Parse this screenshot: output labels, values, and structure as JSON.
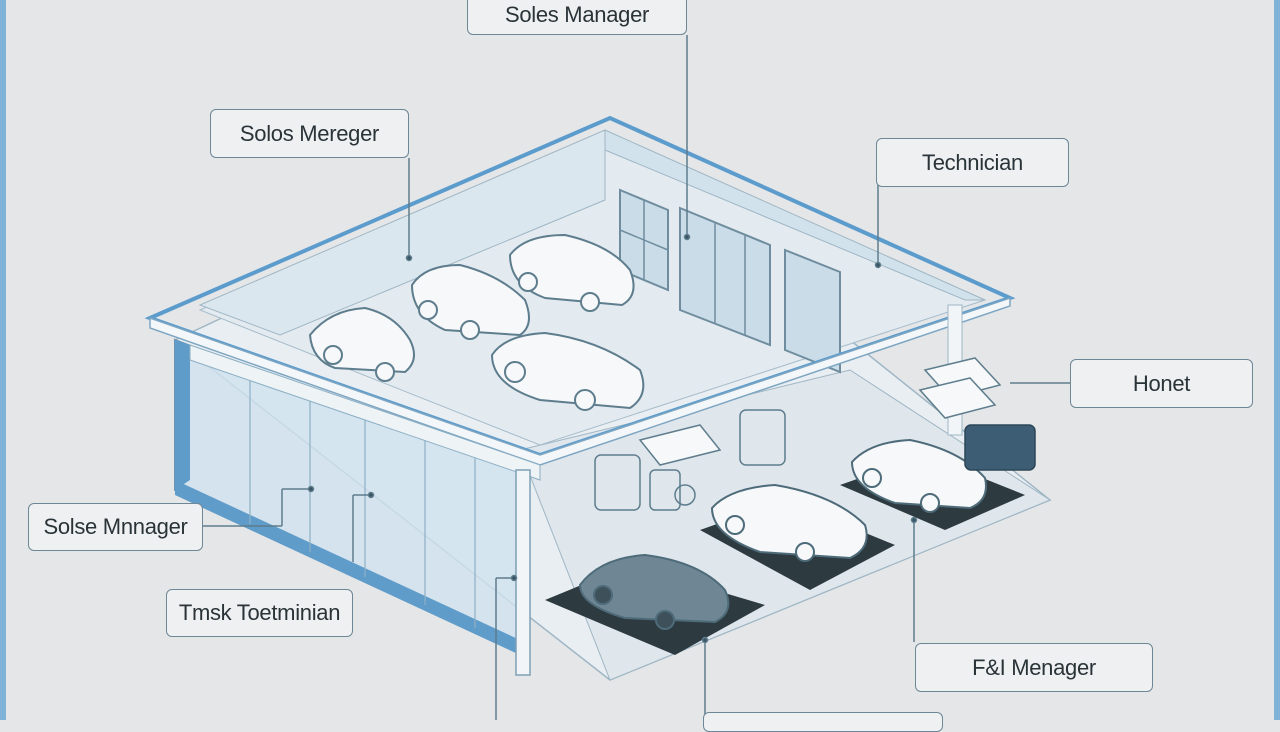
{
  "labels": {
    "top": "Soles Manager",
    "upper_left": "Solos Mereger",
    "upper_right": "Technician",
    "right": "Honet",
    "left": "Solse Mnnager",
    "lower_left": "Tmsk Toetminian",
    "lower_right": "F&I Menager",
    "bottom": ""
  },
  "colors": {
    "background": "#e4e6e8",
    "line": "#5e7d8d",
    "accent": "#7fb3d8",
    "label_border": "#6d8796"
  }
}
